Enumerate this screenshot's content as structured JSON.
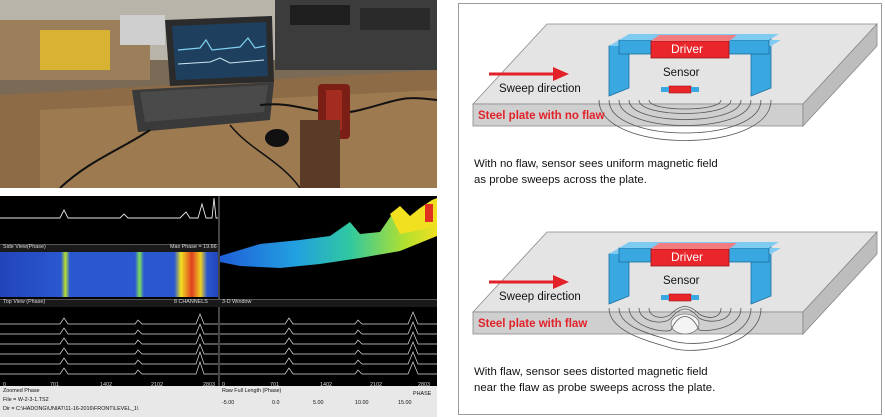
{
  "colors": {
    "plate_top": "#e6e6e6",
    "plate_front": "#cccccc",
    "probe_blue": "#3aa8e0",
    "driver_red": "#e8262b",
    "arrow_red": "#e32129",
    "plate_label_red": "#e32129"
  },
  "panel_top": {
    "sweep_label": "Sweep direction",
    "driver_label": "Driver",
    "sensor_label": "Sensor",
    "plate_label": "Steel plate with no flaw",
    "caption_line1": "With no flaw, sensor sees uniform magnetic field",
    "caption_line2": "as probe sweeps across the plate."
  },
  "panel_bottom": {
    "sweep_label": "Sweep direction",
    "driver_label": "Driver",
    "sensor_label": "Sensor",
    "plate_label": "Steel plate with flaw",
    "caption_line1": "With flaw, sensor sees distorted magnetic field",
    "caption_line2": "near the flaw as probe sweeps across the plate."
  },
  "software": {
    "side_view": "Side View(Phase)",
    "max_phase": "Max Phase = 19.66",
    "top_view": "Top View (Phase)",
    "channels": "8 CHANNELS",
    "window_3d": "3-D Window",
    "x_ticks": [
      "0",
      "701",
      "1402",
      "2102",
      "2803"
    ],
    "x_ticks_right": [
      "0",
      "701",
      "1402",
      "2102",
      "2803"
    ],
    "zoomed_phase": "Zoomed Phase",
    "raw_full": "Raw Full Length (Phase)",
    "file": "File = W-2-3-1.TS2",
    "dir": "Dir = C:\\HADONG\\UNIAT\\11-16-2016\\FRONT\\LEVEL_1\\",
    "scale_ticks": [
      "-5.00",
      "0.0",
      "5.00",
      "10.00",
      "15.00"
    ],
    "scale_label": "PHASE"
  }
}
